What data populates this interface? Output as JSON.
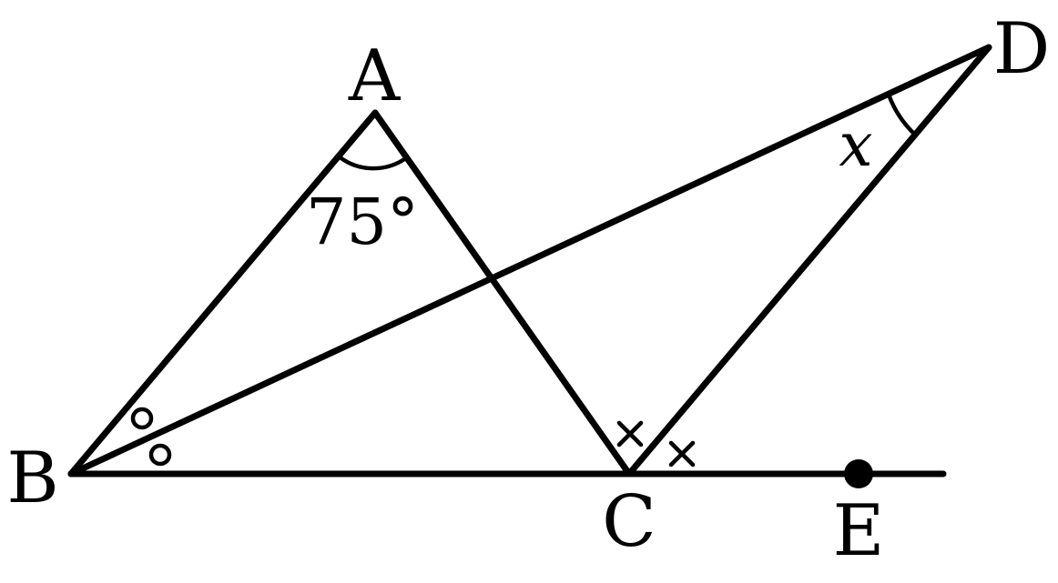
{
  "diagram": {
    "points": {
      "A": "A",
      "B": "B",
      "C": "C",
      "D": "D",
      "E": "E"
    },
    "angle_A": "75°",
    "unknown_angle": "x",
    "marks": {
      "angle_B_bisector": "circle",
      "angle_C_exterior_bisector": "cross"
    },
    "colors": {
      "line": "#000000",
      "background": "#ffffff"
    }
  }
}
